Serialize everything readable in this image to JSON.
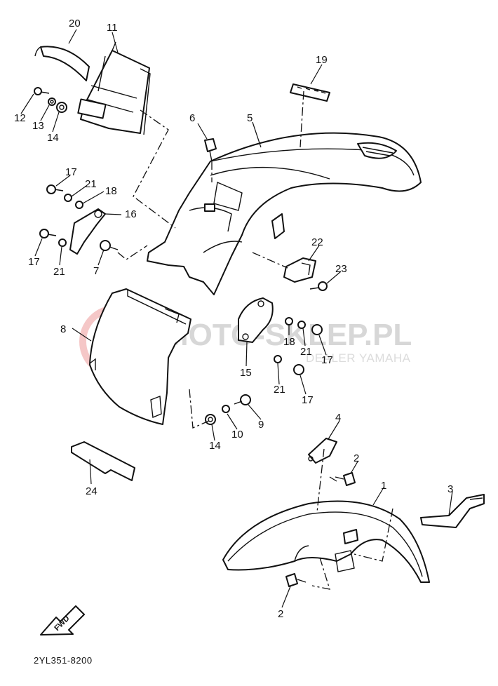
{
  "diagram": {
    "diagram_code": "2YL351-8200",
    "fwd_label": "FWD",
    "watermark": {
      "brand": "MOTO-SKLEP.PL",
      "subtitle": "DEALER YAMAHA"
    },
    "callouts": [
      "1",
      "2",
      "2",
      "3",
      "4",
      "5",
      "6",
      "7",
      "8",
      "9",
      "10",
      "11",
      "12",
      "13",
      "14",
      "14",
      "15",
      "16",
      "17",
      "17",
      "17",
      "17",
      "18",
      "18",
      "19",
      "20",
      "21",
      "21",
      "21",
      "21",
      "22",
      "23",
      "24"
    ],
    "colors": {
      "line": "#111111",
      "watermark_red": "#f2b4b4"
    }
  }
}
